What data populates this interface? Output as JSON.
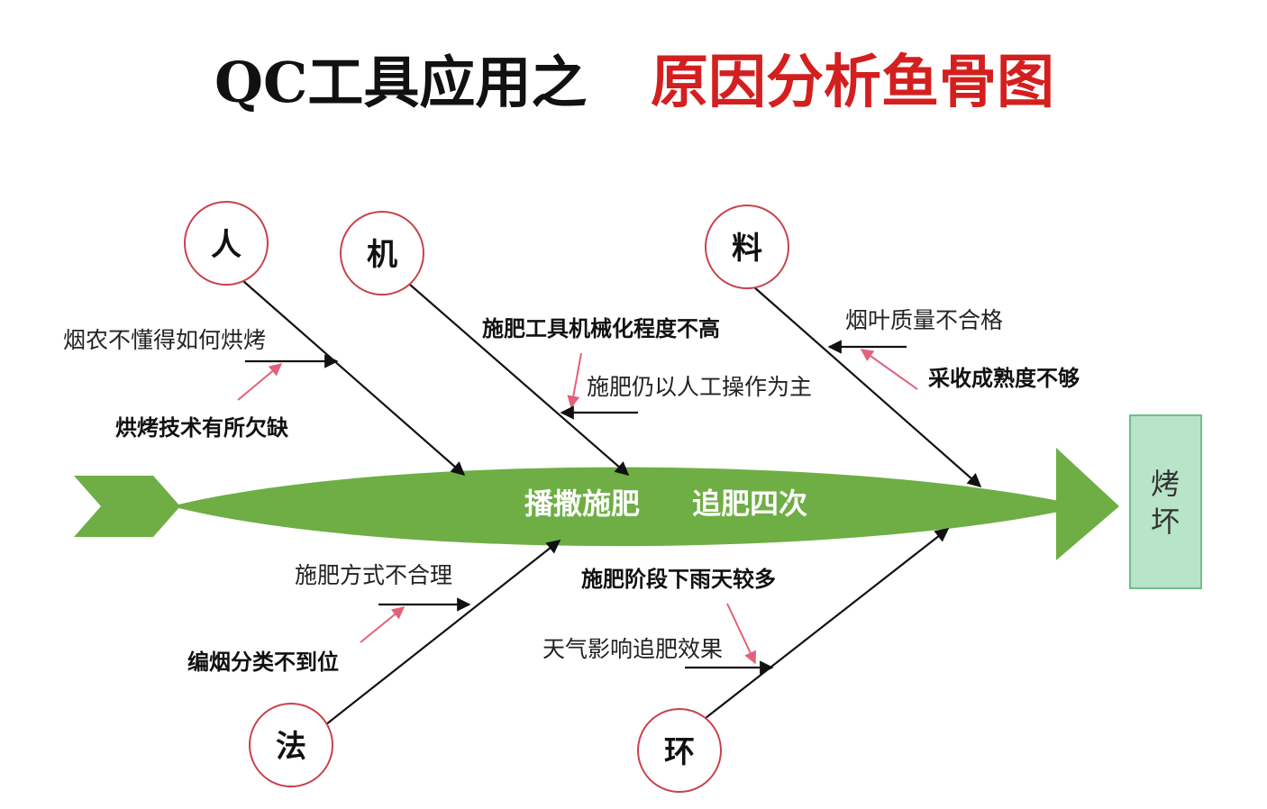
{
  "title": {
    "part1": "QC工具应用之",
    "part2": "原因分析鱼骨图"
  },
  "colors": {
    "title_part1": "#111111",
    "title_part2": "#d41f1f",
    "spine": "#6eae44",
    "effect_fill": "#b8e4c8",
    "effect_border": "#6fbf8a",
    "circle_border": "#c8414b",
    "pink_arrow": "#e3607a"
  },
  "spine": {
    "text1": "播撒施肥",
    "text2": "追肥四次"
  },
  "effect": {
    "line1": "烤",
    "line2": "坏"
  },
  "categories": {
    "ren": {
      "label": "人",
      "cause": "烟农不懂得如何烘烤",
      "subcause": "烘烤技术有所欠缺"
    },
    "ji": {
      "label": "机",
      "cause": "施肥工具机械化程度不高",
      "subcause": "施肥仍以人工操作为主"
    },
    "liao": {
      "label": "料",
      "cause": "烟叶质量不合格",
      "subcause": "采收成熟度不够"
    },
    "fa": {
      "label": "法",
      "cause": "施肥方式不合理",
      "subcause": "编烟分类不到位"
    },
    "huan": {
      "label": "环",
      "cause": "施肥阶段下雨天较多",
      "subcause": "天气影响追肥效果"
    }
  }
}
